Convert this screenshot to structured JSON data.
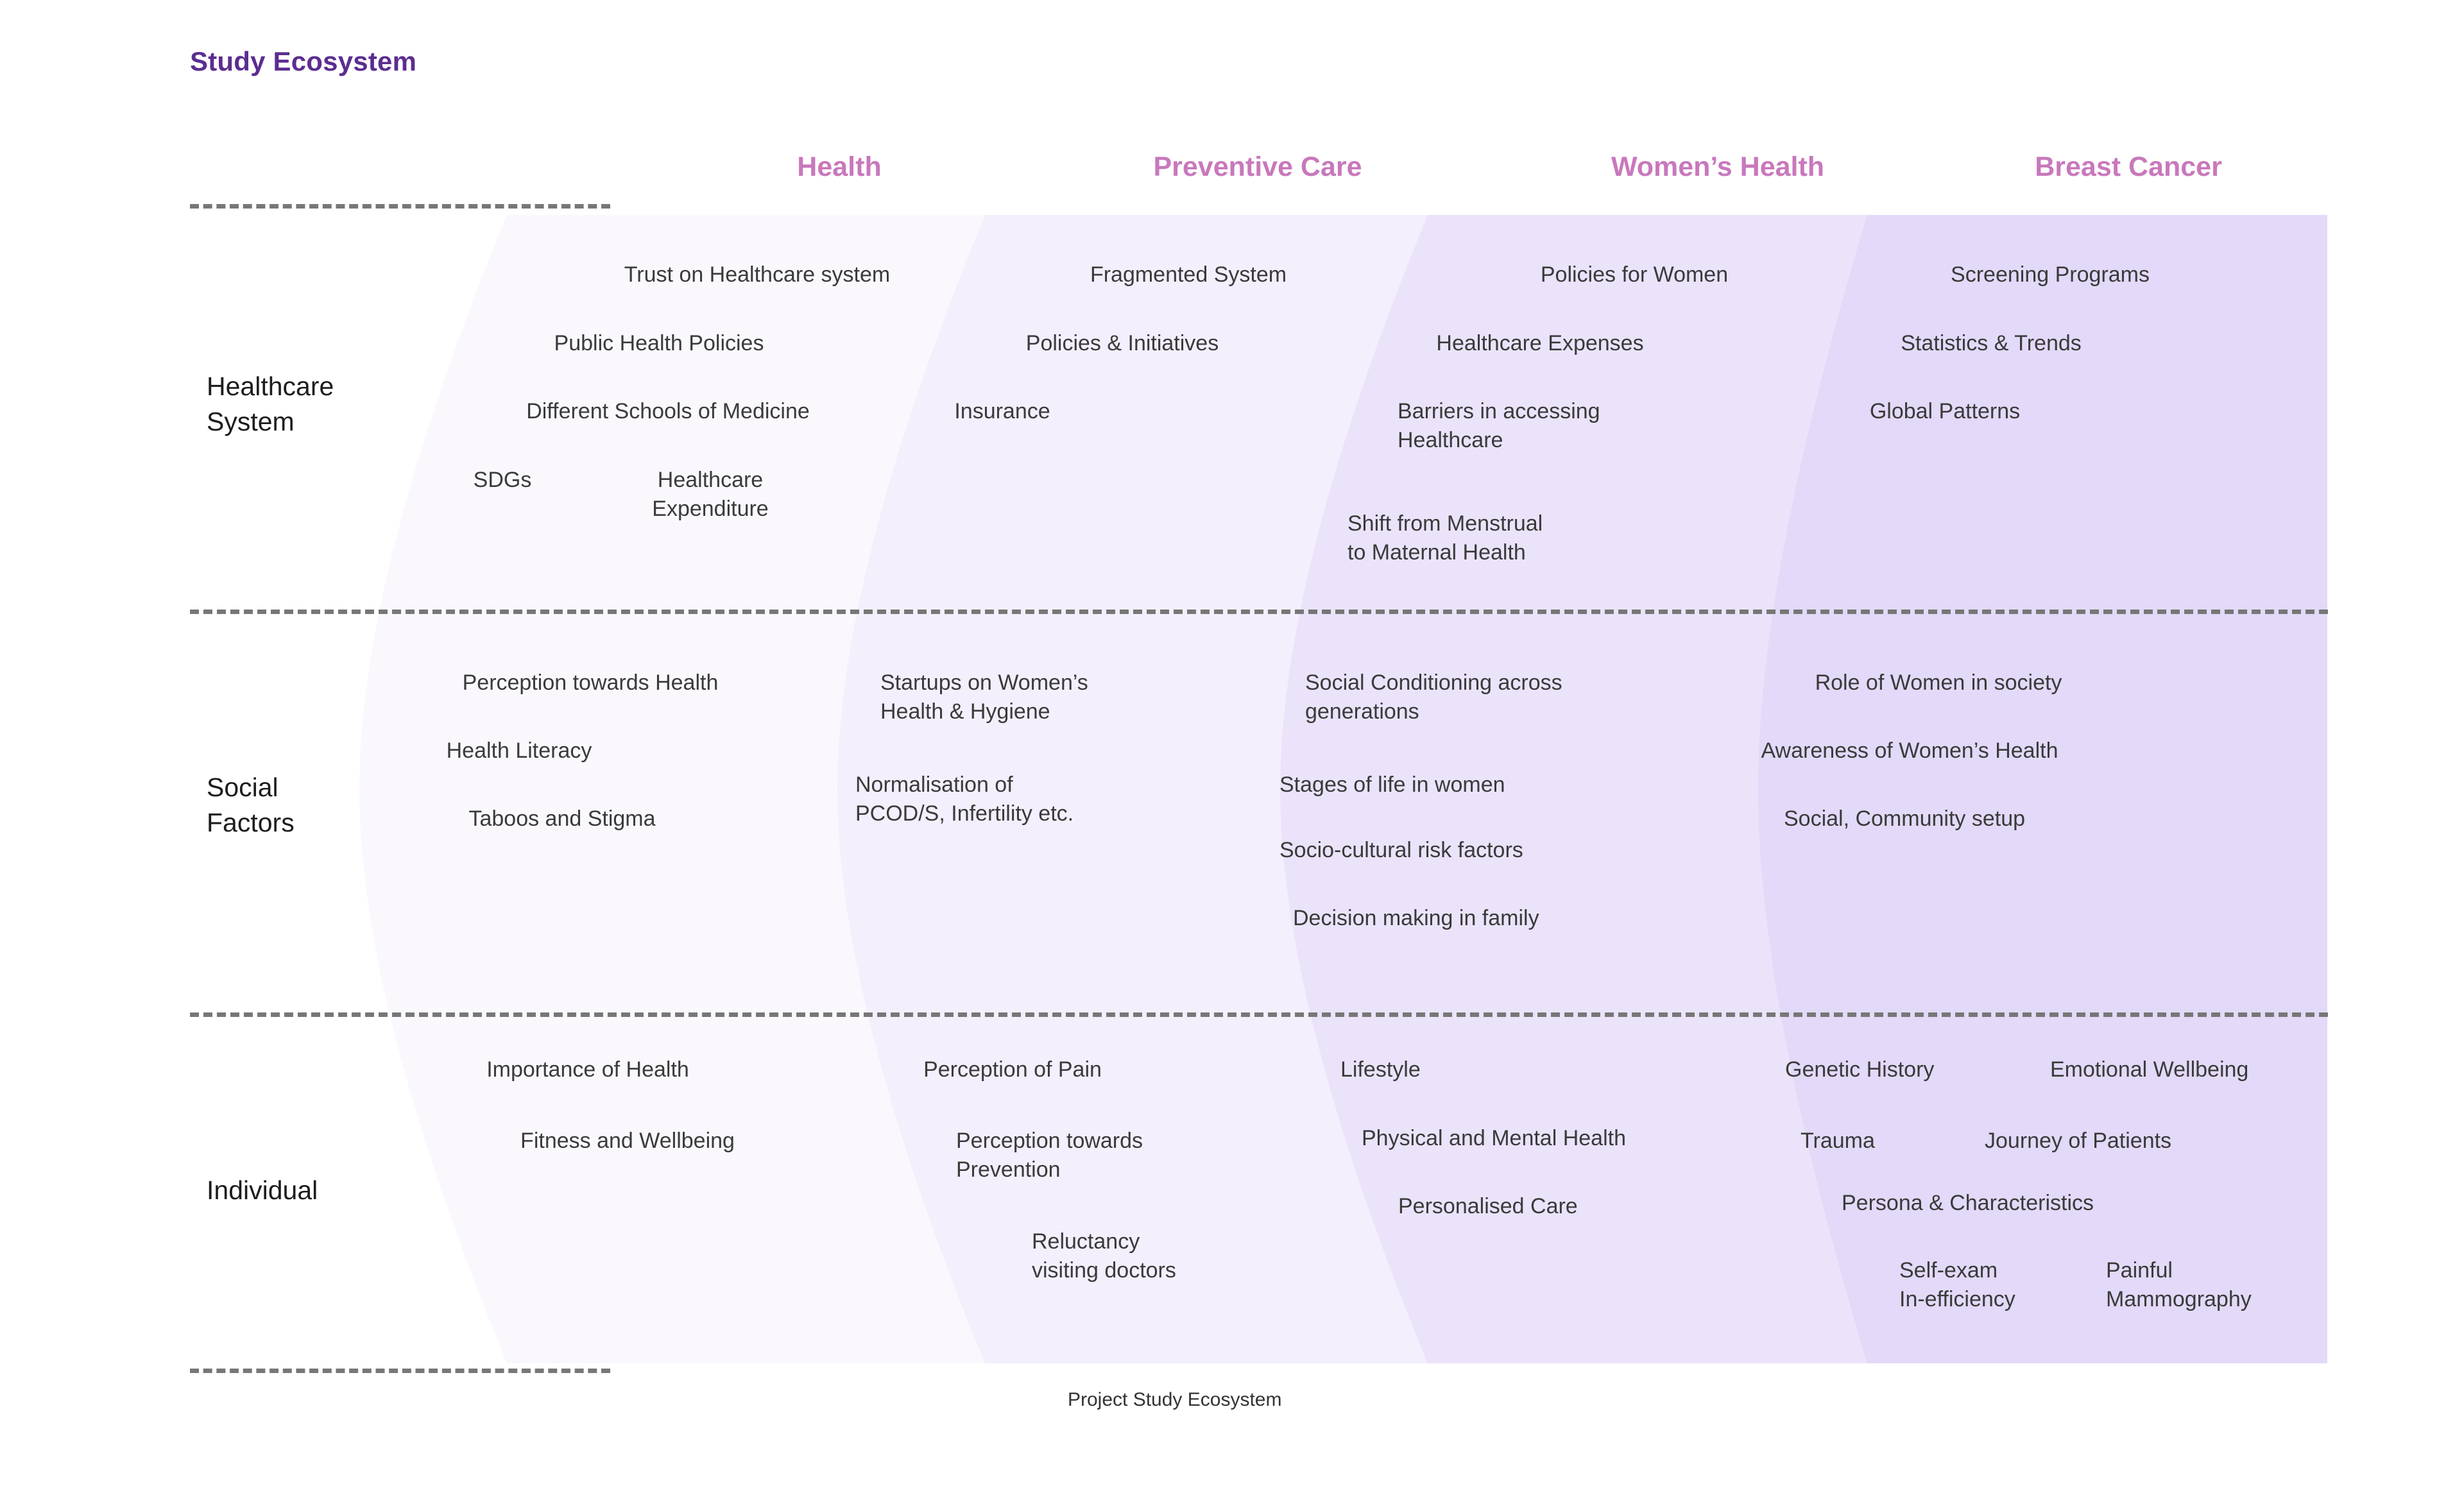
{
  "page": {
    "title": "Study Ecosystem",
    "caption": "Project Study Ecosystem",
    "accent_title_color": "#5B2D90",
    "accent_header_color": "#C878BC",
    "text_color": "#3A3A3A",
    "divider_color": "#777777",
    "band_colors": [
      "#FAF8FD",
      "#F3EFFC",
      "#EBE3FA",
      "#E3D9F8"
    ]
  },
  "columns": [
    {
      "id": "health",
      "label": "Health"
    },
    {
      "id": "preventive",
      "label": "Preventive Care"
    },
    {
      "id": "womens-health",
      "label": "Women’s Health"
    },
    {
      "id": "breast-cancer",
      "label": "Breast Cancer"
    }
  ],
  "rows": [
    {
      "id": "healthcare-system",
      "label": "Healthcare\nSystem"
    },
    {
      "id": "social-factors",
      "label": "Social\nFactors"
    },
    {
      "id": "individual",
      "label": "Individual"
    }
  ],
  "cells": {
    "healthcare-system": {
      "health": [
        "Trust on Healthcare system",
        "Public Health Policies",
        "Different Schools of Medicine",
        "SDGs",
        "Healthcare\nExpenditure"
      ],
      "preventive": [
        "Fragmented System",
        "Policies & Initiatives",
        "Insurance"
      ],
      "womens-health": [
        "Policies for Women",
        "Healthcare Expenses",
        "Barriers in accessing\nHealthcare",
        "Shift from Menstrual\nto Maternal Health"
      ],
      "breast-cancer": [
        "Screening Programs",
        "Statistics & Trends",
        "Global Patterns"
      ]
    },
    "social-factors": {
      "health": [
        "Perception towards Health",
        "Health Literacy",
        "Taboos and Stigma"
      ],
      "preventive": [
        "Startups on Women’s\nHealth & Hygiene",
        "Normalisation of\nPCOD/S, Infertility etc."
      ],
      "womens-health": [
        "Social Conditioning across\ngenerations",
        "Stages of life in women",
        "Socio-cultural risk factors",
        "Decision making in family"
      ],
      "breast-cancer": [
        "Role of Women in society",
        "Awareness of Women’s Health",
        "Social, Community setup"
      ]
    },
    "individual": {
      "health": [
        "Importance of Health",
        "Fitness and Wellbeing"
      ],
      "preventive": [
        "Perception of Pain",
        "Perception towards\nPrevention",
        "Reluctancy\nvisiting doctors"
      ],
      "womens-health": [
        "Lifestyle",
        "Physical and Mental Health",
        "Personalised Care"
      ],
      "breast-cancer": [
        "Genetic History",
        "Emotional Wellbeing",
        "Trauma",
        "Journey of Patients",
        "Persona & Characteristics",
        "Self-exam\nIn-efficiency",
        "Painful\nMammography"
      ]
    }
  }
}
